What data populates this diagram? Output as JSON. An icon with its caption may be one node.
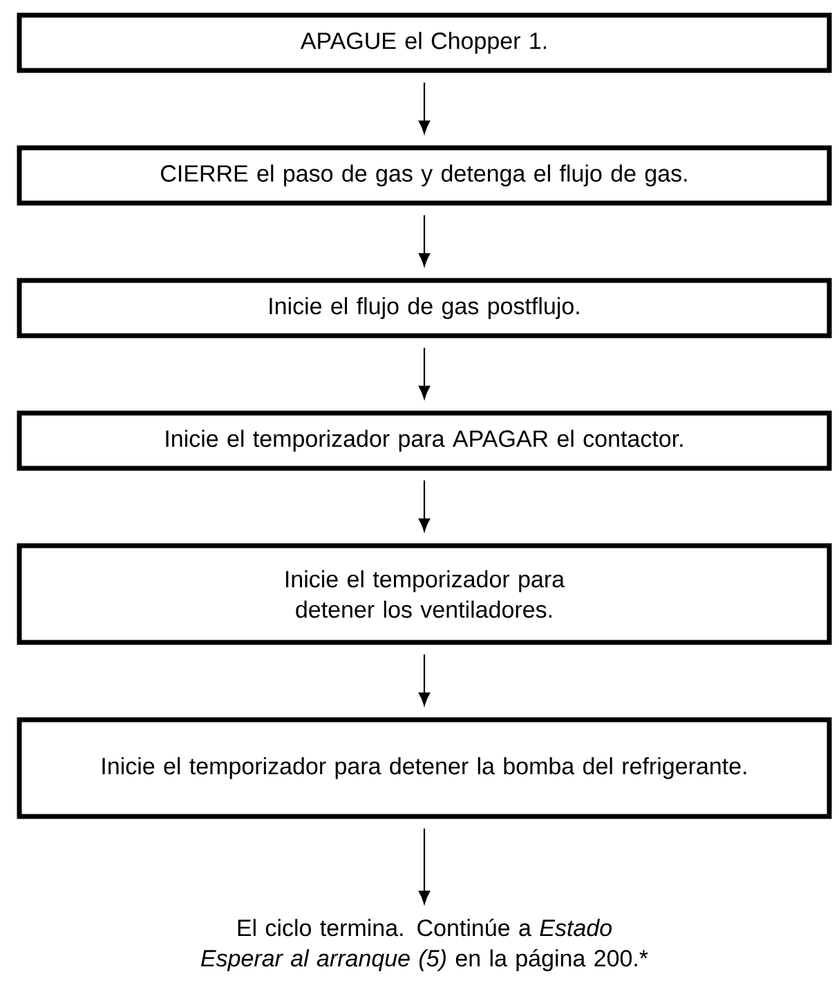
{
  "diagram": {
    "nodes": [
      {
        "text": [
          "APAGUE el Chopper 1."
        ]
      },
      {
        "text": [
          "CIERRE el paso de gas y detenga el flujo de gas."
        ]
      },
      {
        "text": [
          "Inicie el flujo de gas postflujo."
        ]
      },
      {
        "text": [
          "Inicie el temporizador para APAGAR el contactor."
        ]
      },
      {
        "text": [
          "Inicie el temporizador para detener los ventiladores."
        ]
      },
      {
        "text": [
          "Inicie el temporizador para detener la bomba del refrigerante."
        ]
      },
      {
        "text": [
          "El ciclo termina. Continúe a *Estado Esperar al arranque (5)* en la página 200.*"
        ]
      }
    ],
    "edges": [
      {
        "from": 0,
        "to": 1,
        "arrow": "to"
      },
      {
        "from": 1,
        "to": 2,
        "arrow": "to"
      },
      {
        "from": 2,
        "to": 3,
        "arrow": "to"
      },
      {
        "from": 3,
        "to": 4,
        "arrow": "to"
      },
      {
        "from": 4,
        "to": 5,
        "arrow": "to"
      },
      {
        "from": 5,
        "to": 6,
        "arrow": "to"
      }
    ]
  }
}
